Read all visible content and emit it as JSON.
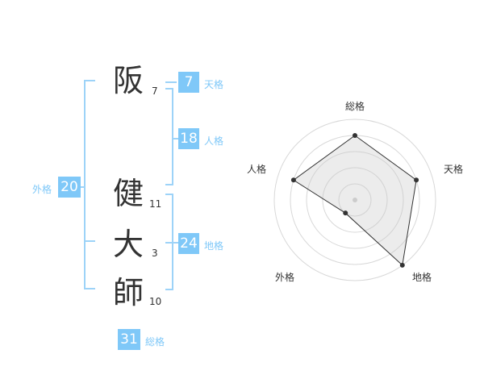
{
  "colors": {
    "accent": "#7fc8f8",
    "line": "#9dd3f8",
    "text": "#333333"
  },
  "name_chars": [
    {
      "char": "阪",
      "strokes": "7"
    },
    {
      "char": "健",
      "strokes": "11"
    },
    {
      "char": "大",
      "strokes": "3"
    },
    {
      "char": "師",
      "strokes": "10"
    }
  ],
  "fortune": {
    "tenkaku": {
      "value": "7",
      "label": "天格"
    },
    "jinkaku": {
      "value": "18",
      "label": "人格"
    },
    "chikaku": {
      "value": "24",
      "label": "地格"
    },
    "gaikaku": {
      "value": "20",
      "label": "外格"
    },
    "soukaku": {
      "value": "31",
      "label": "総格"
    }
  },
  "chart_data": {
    "type": "radar",
    "axes": [
      "総格",
      "天格",
      "地格",
      "外格",
      "人格"
    ],
    "values": [
      4,
      4,
      5,
      1,
      4
    ],
    "max": 5
  }
}
